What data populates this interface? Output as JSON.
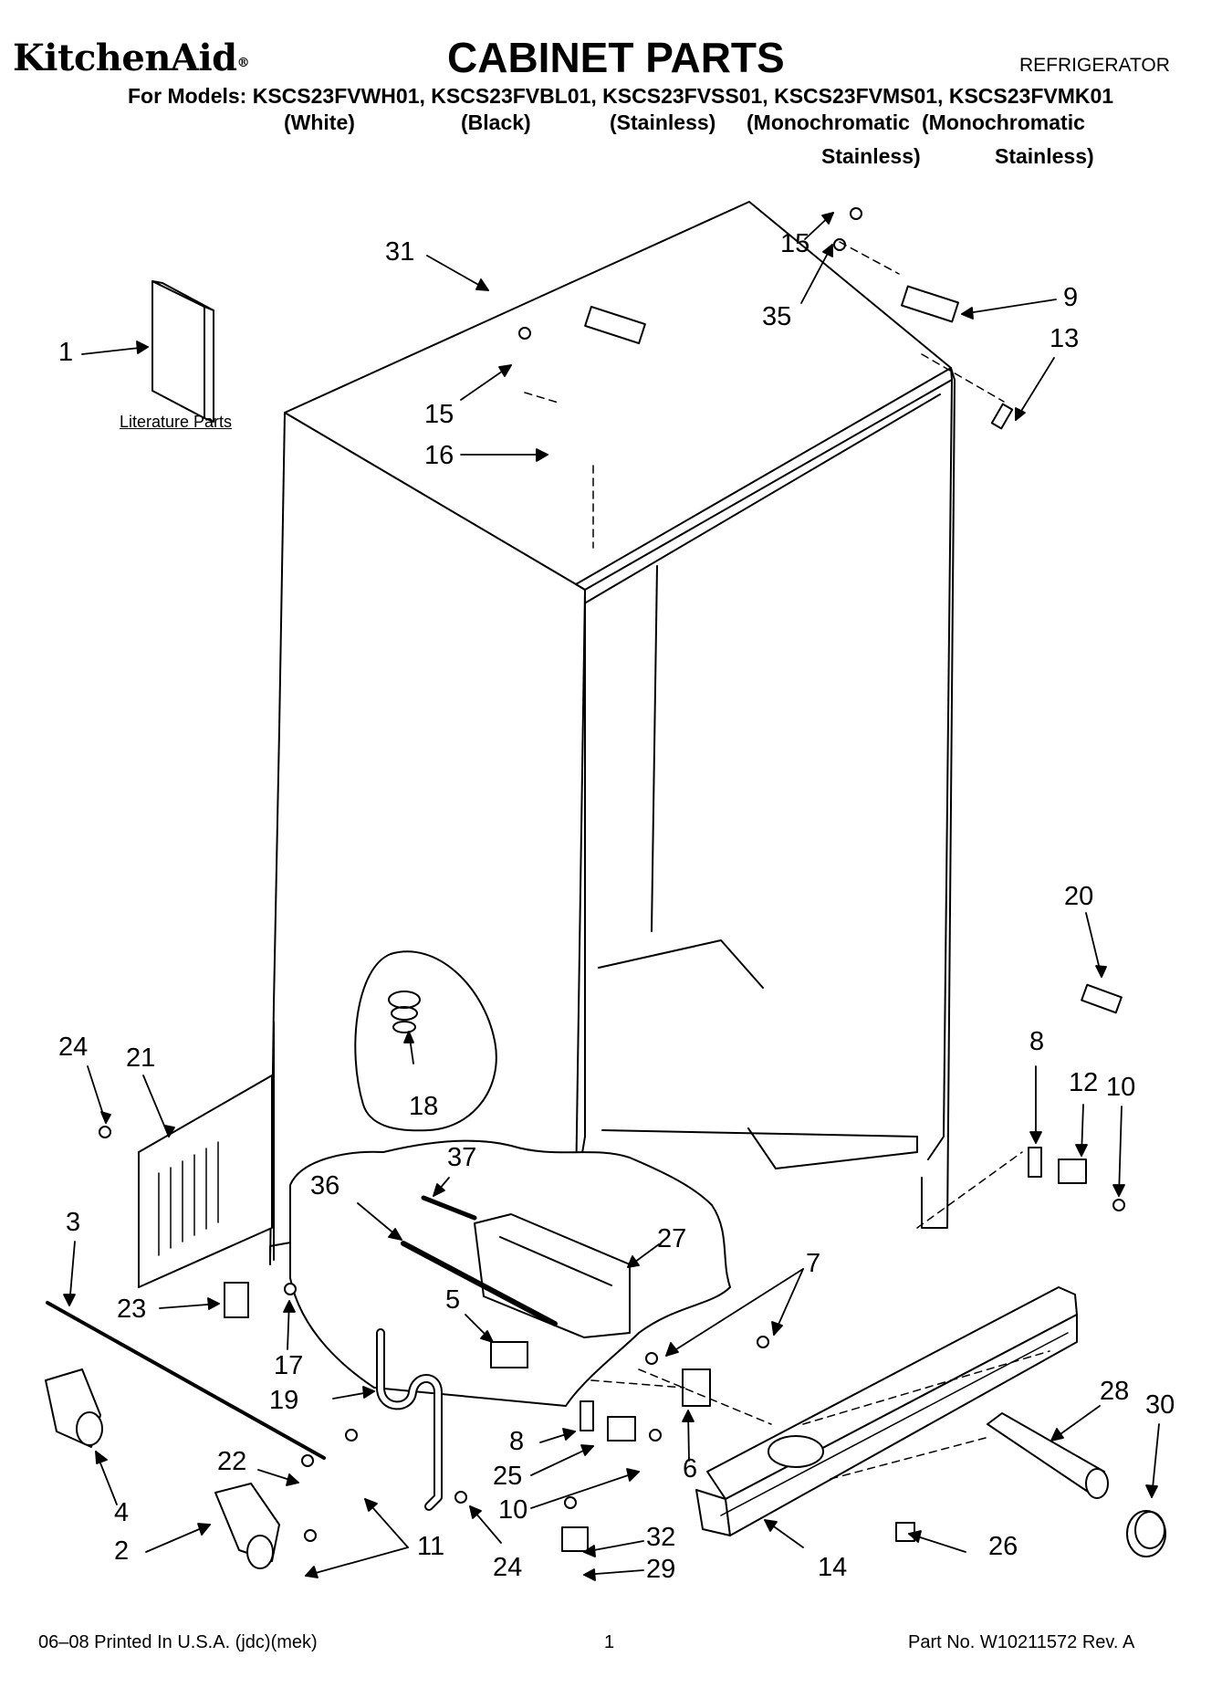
{
  "header": {
    "brand": "KitchenAid",
    "brand_mark": "®",
    "title": "CABINET PARTS",
    "subtitle": "REFRIGERATOR",
    "models": "For Models: KSCS23FVWH01, KSCS23FVBL01, KSCS23FVSS01, KSCS23FVMS01, KSCS23FVMK01",
    "variants": [
      "(White)",
      "(Black)",
      "(Stainless)",
      "(Monochromatic",
      "(Monochromatic",
      "Stainless)",
      "Stainless)"
    ]
  },
  "literature_label": "Literature Parts",
  "callouts": [
    "1",
    "31",
    "15",
    "35",
    "9",
    "13",
    "15",
    "16",
    "20",
    "24",
    "21",
    "18",
    "8",
    "12",
    "10",
    "37",
    "36",
    "27",
    "3",
    "7",
    "5",
    "23",
    "17",
    "19",
    "28",
    "30",
    "6",
    "8",
    "25",
    "22",
    "10",
    "4",
    "32",
    "29",
    "2",
    "11",
    "24",
    "14",
    "26"
  ],
  "footer": {
    "printed": "06–08 Printed In U.S.A. (jdc)(mek)",
    "page": "1",
    "part_no": "Part No. W10211572 Rev. A"
  }
}
